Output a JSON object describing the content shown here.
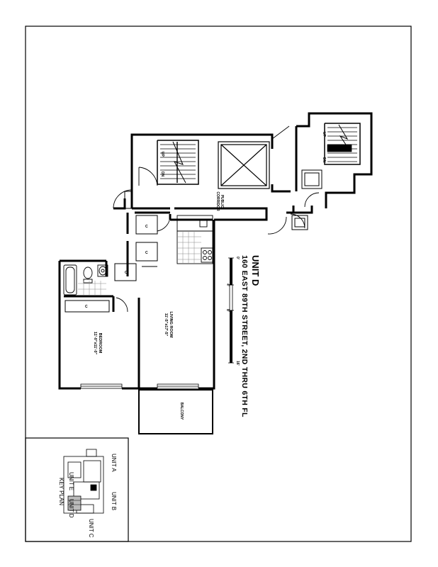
{
  "title": {
    "unit": "UNIT D",
    "address": "160 EAST 89TH STREET, 2ND THRU 6TH FL"
  },
  "rooms": {
    "living": {
      "name": "LIVING ROOM",
      "size": "11'-5\"x17'-5\""
    },
    "bedroom": {
      "name": "BEDROOM",
      "size": "11'-0\"x11'-0\""
    },
    "balcony": "BALCONY",
    "corridor": [
      "PUBLIC",
      "CORRIDOR"
    ]
  },
  "stairs": {
    "up": "UP",
    "dn": "DN"
  },
  "closet": "C",
  "scale": {
    "labels": [
      "0'",
      "4'",
      "8'",
      "16'"
    ]
  },
  "key_plan": {
    "title": "KEY PLAN",
    "units": [
      "UNIT A",
      "UNIT B",
      "UNIT C",
      "UNIT D",
      "UNIT E"
    ]
  }
}
